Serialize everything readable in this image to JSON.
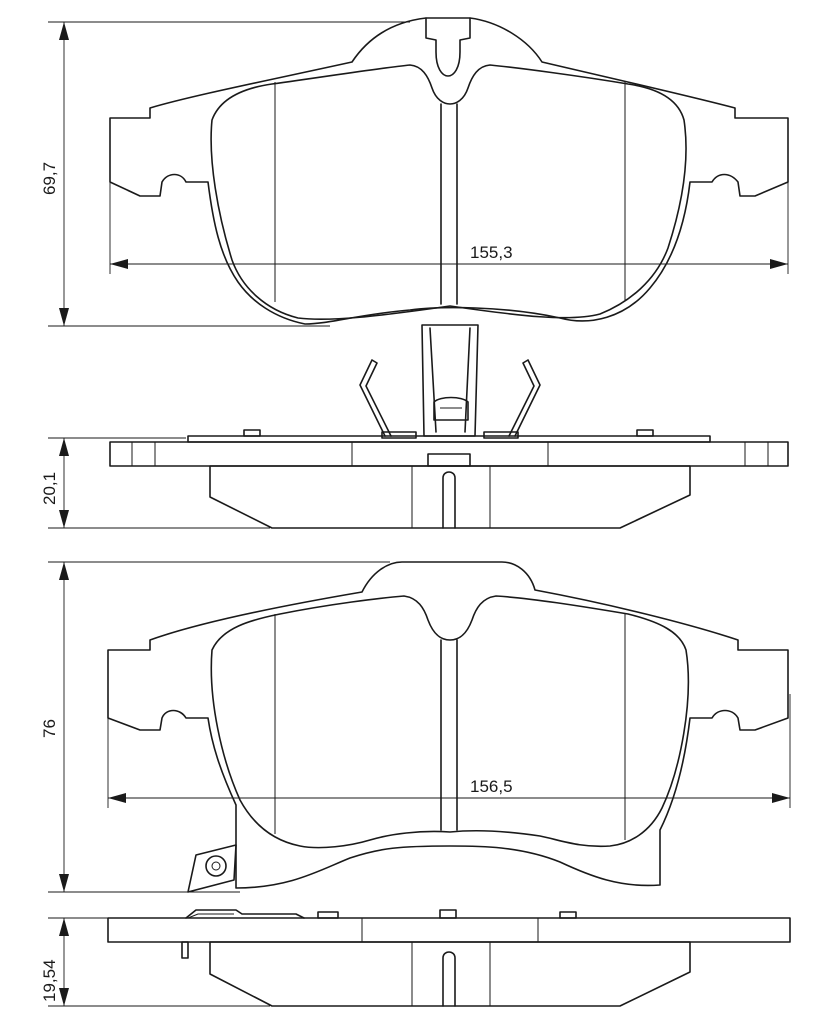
{
  "dimensions": {
    "upper_pad_height": "69,7",
    "upper_pad_width": "155,3",
    "upper_pad_thickness": "20,1",
    "lower_pad_height": "76",
    "lower_pad_width": "156,5",
    "lower_pad_thickness": "19,54"
  }
}
